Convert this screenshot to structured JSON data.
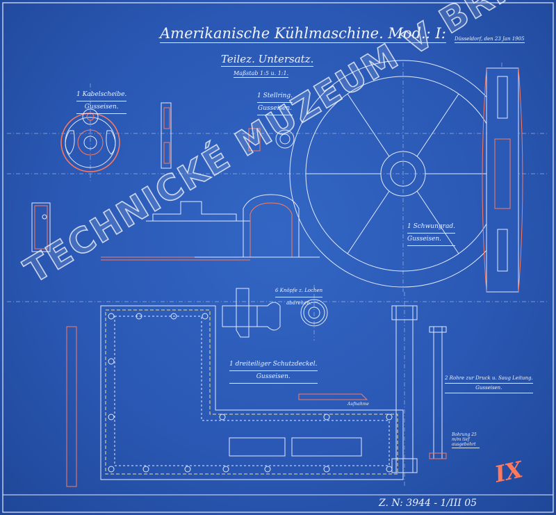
{
  "header": {
    "title": "Amerikanische Kühlmaschine. Mod.: I:",
    "subtitle": "Teilez. Untersatz.",
    "scale": "Maßstab 1:5 u. 1:1.",
    "date": "Düsseldorf, den 23 Jan 1905"
  },
  "parts": [
    {
      "name": "1 Kabelscheibe.",
      "material": "Gusseisen."
    },
    {
      "name": "1 Stellring.",
      "material": "Gusseisen."
    },
    {
      "name": "1 Schwungrad.",
      "material": "Gusseisen."
    },
    {
      "name": "6 Knöpfe z. Lochen",
      "material": "abdrehen."
    },
    {
      "name": "1 dreiteiliger Schutzdeckel.",
      "material": "Gusseisen."
    },
    {
      "name": "2 Rohre zur Druck u. Saug Leitung.",
      "material": "Gusseisen."
    }
  ],
  "notes": {
    "pipe_note": "Bohrung 25 m/m tief ausgebohrt",
    "frame_note": "Aufnahme"
  },
  "footer": {
    "drawing_number": "Z. N: 3944 - 1/III 05",
    "stamp": "IX"
  },
  "watermark": "TECHNICKÉ MUZEUM V BRNĚ",
  "colors": {
    "paper": "#2a58b4",
    "line": "#e8eefc",
    "red": "#ff7a5c",
    "yellow": "#f2e08a"
  }
}
